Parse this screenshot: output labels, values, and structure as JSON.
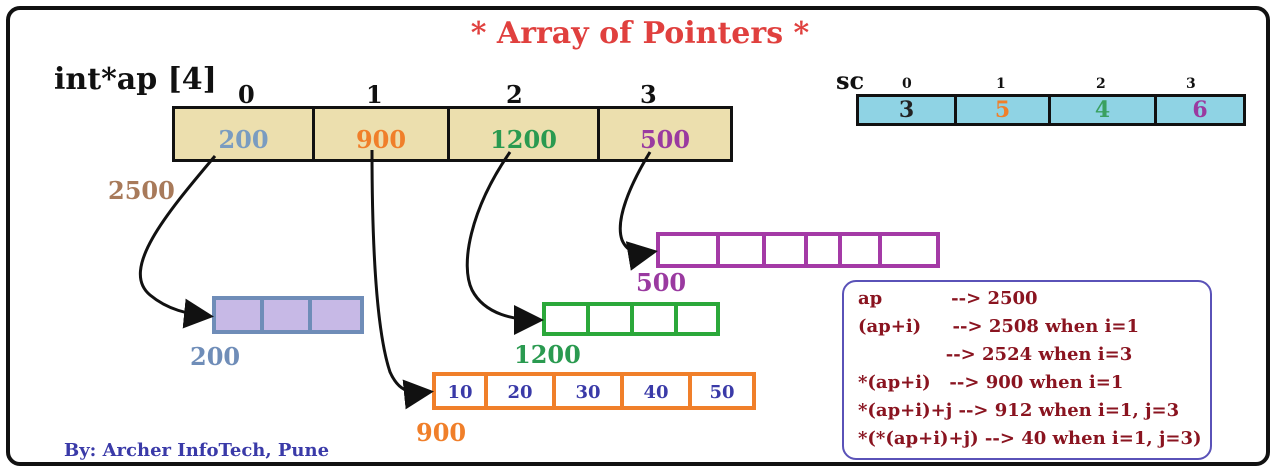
{
  "title": "* Array of Pointers *",
  "declaration": "int*ap [4]",
  "ap_array": {
    "indices": [
      "0",
      "1",
      "2",
      "3"
    ],
    "values": [
      "200",
      "900",
      "1200",
      "500"
    ],
    "address": "2500",
    "value_colors": [
      "#7a9cc0",
      "#f07f2a",
      "#2a9a50",
      "#9a3aa0"
    ]
  },
  "sc_array": {
    "name": "sc",
    "indices": [
      "0",
      "1",
      "2",
      "3"
    ],
    "values": [
      "3",
      "5",
      "4",
      "6"
    ],
    "value_colors": [
      "#222222",
      "#f07f2a",
      "#3aa060",
      "#9a3aa0"
    ]
  },
  "sub_arrays": [
    {
      "address": "200",
      "cells": [
        "",
        "",
        ""
      ],
      "color": "#6f8db8",
      "fill": "#c7b9e6"
    },
    {
      "address": "900",
      "cells": [
        "10",
        "20",
        "30",
        "40",
        "50"
      ],
      "color": "#f07f2a",
      "fill": "#ffffff"
    },
    {
      "address": "1200",
      "cells": [
        "",
        "",
        "",
        ""
      ],
      "color": "#2ba83a",
      "fill": "#ffffff"
    },
    {
      "address": "500",
      "cells": [
        "",
        "",
        "",
        "",
        "",
        ""
      ],
      "color": "#a43aa6",
      "fill": "#ffffff"
    }
  ],
  "info_lines": [
    "ap           --> 2500",
    "(ap+i)     --> 2508 when i=1",
    "              --> 2524 when i=3",
    "*(ap+i)   --> 900 when i=1",
    "*(ap+i)+j --> 912 when i=1, j=3",
    "*(*(ap+i)+j) --> 40 when i=1, j=3)"
  ],
  "credit": "By: Archer InfoTech, Pune"
}
